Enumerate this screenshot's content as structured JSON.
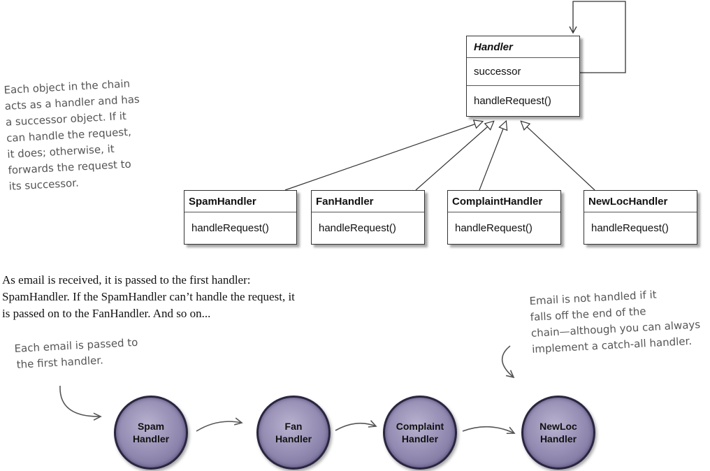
{
  "handler_class": {
    "name": "Handler",
    "attribute": "successor",
    "method": "handleRequest()"
  },
  "subclasses": [
    {
      "name": "SpamHandler",
      "method": "handleRequest()"
    },
    {
      "name": "FanHandler",
      "method": "handleRequest()"
    },
    {
      "name": "ComplaintHandler",
      "method": "handleRequest()"
    },
    {
      "name": "NewLocHandler",
      "method": "handleRequest()"
    }
  ],
  "notes": {
    "chain_handler": [
      "Each object in the chain",
      "acts as a handler and has",
      "a successor object. If it",
      "can handle the request,",
      "it does; otherwise, it",
      "forwards the request to",
      "its successor."
    ],
    "first_handler": [
      "Each email is passed to",
      "the first handler."
    ],
    "end_of_chain": [
      "Email is not handled if it",
      "falls off the end of the",
      "chain—although you can always",
      "implement a catch-all handler."
    ]
  },
  "explanation": [
    "As email is received, it is passed to the first handler:",
    "SpamHandler. If the SpamHandler can’t handle the request, it",
    "is passed on to the FanHandler. And so on..."
  ],
  "chain_nodes": [
    [
      "Spam",
      "Handler"
    ],
    [
      "Fan",
      "Handler"
    ],
    [
      "Complaint",
      "Handler"
    ],
    [
      "NewLoc",
      "Handler"
    ]
  ]
}
